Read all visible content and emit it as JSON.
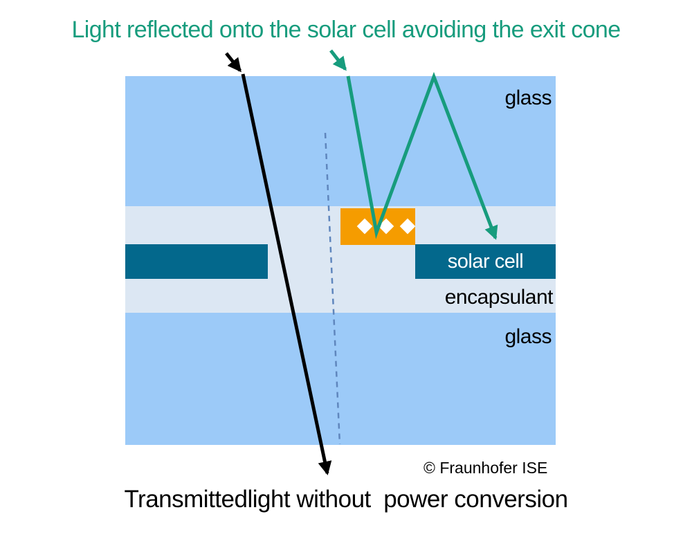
{
  "title": {
    "text": "Light reflected onto the solar cell avoiding the exit cone"
  },
  "module": {
    "glass_top_label": "glass",
    "encapsulant_label": "encapsulant",
    "glass_bottom_label": "glass",
    "solar_cell_label": "solar cell"
  },
  "annotations": {
    "caption": "Transmittedlight without  power conversion",
    "copyright": "© Fraunhofer ISE"
  },
  "icons": {
    "reflector_diamonds": "diamond-icon",
    "diamond_count": 3
  },
  "colors": {
    "title_green": "#179C7D",
    "arrow_green": "#179C7D",
    "arrow_black": "#000000",
    "glass_blue": "#9CCAF8",
    "encapsulant_blue": "#DCE7F3",
    "solar_cell_teal": "#03688C",
    "reflector_orange": "#F59C00",
    "dashed_line_blue": "#5F86BD"
  }
}
